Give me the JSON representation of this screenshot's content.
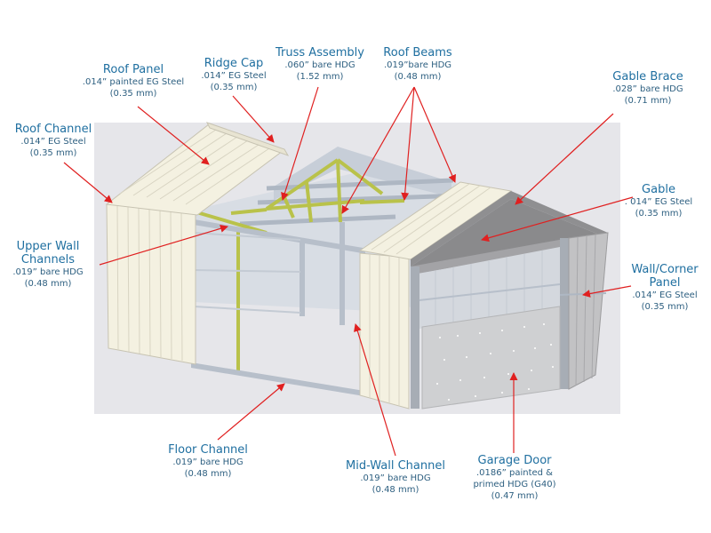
{
  "labels": {
    "roof_panel": {
      "title": "Roof Panel",
      "spec": ".014” painted EG Steel",
      "mm": "(0.35 mm)"
    },
    "ridge_cap": {
      "title": "Ridge Cap",
      "spec": ".014” EG Steel",
      "mm": "(0.35 mm)"
    },
    "truss": {
      "title": "Truss Assembly",
      "spec": ".060” bare HDG",
      "mm": "(1.52 mm)"
    },
    "roof_beams": {
      "title": "Roof Beams",
      "spec": ".019”bare HDG",
      "mm": "(0.48 mm)"
    },
    "gable_brace": {
      "title": "Gable Brace",
      "spec": ".028” bare HDG",
      "mm": "(0.71 mm)"
    },
    "roof_channel": {
      "title": "Roof Channel",
      "spec": ".014” EG Steel",
      "mm": "(0.35 mm)"
    },
    "gable": {
      "title": "Gable",
      "spec": ". 014” EG Steel",
      "mm": "(0.35 mm)"
    },
    "upper_wall": {
      "title1": "Upper Wall",
      "title2": "Channels",
      "spec": ".019” bare HDG",
      "mm": "(0.48 mm)"
    },
    "wall_corner": {
      "title1": "Wall/Corner",
      "title2": "Panel",
      "spec": ".014” EG Steel",
      "mm": "(0.35 mm)"
    },
    "floor_channel": {
      "title": "Floor Channel",
      "spec": ".019” bare HDG",
      "mm": "(0.48 mm)"
    },
    "mid_wall": {
      "title": "Mid-Wall Channel",
      "spec": ".019” bare HDG",
      "mm": "(0.48 mm)"
    },
    "garage_door": {
      "title": "Garage Door",
      "spec1": ".0186” painted &",
      "spec2": "primed HDG  (G40)",
      "mm": "(0.47 mm)"
    }
  },
  "colors": {
    "background_panel": "#e6e6ea",
    "panel_cream": "#f4f1e1",
    "panel_rib": "#d8d4c2",
    "frame_steel": "#b7bfca",
    "frame_yellow": "#b9c24a",
    "gable_gray": "#8f8f91",
    "door_gray": "#cfd0d2",
    "arrow_red": "#e02020",
    "label_blue": "#1f6fa0"
  }
}
